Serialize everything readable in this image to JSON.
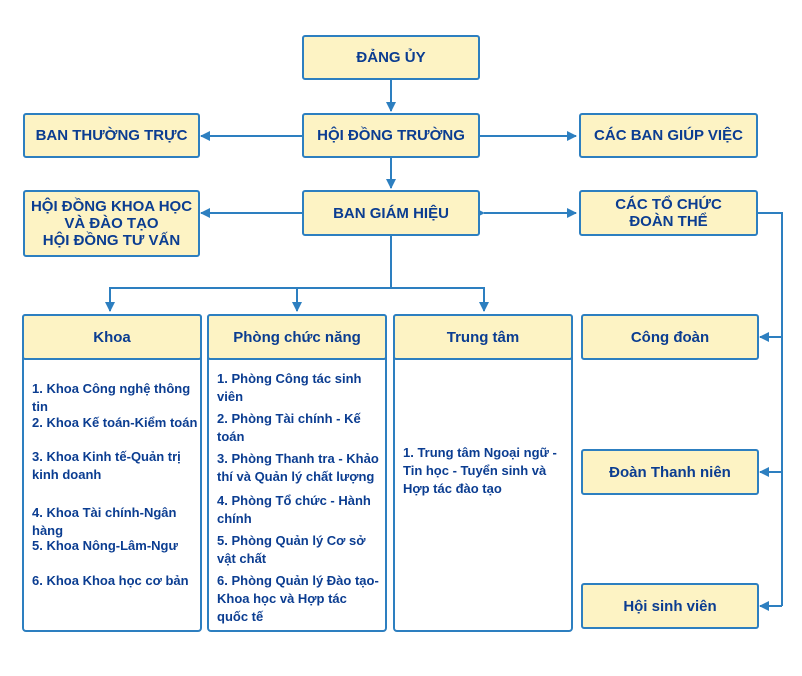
{
  "top": {
    "dang_uy": "ĐẢNG ỦY",
    "hoi_dong_truong": "HỘI ĐỒNG TRƯỜNG",
    "ban_thuong_truc": "BAN THƯỜNG TRỰC",
    "cac_ban_giup_viec": "CÁC BAN GIÚP VIỆC",
    "ban_giam_hieu": "BAN GIÁM HIỆU",
    "hoi_dong_khoa_hoc": [
      "HỘI ĐỒNG KHOA HỌC",
      "VÀ ĐÀO TẠO",
      "HỘI ĐỒNG TƯ VẤN"
    ],
    "cac_to_chuc": [
      "CÁC TỔ CHỨC",
      "ĐOÀN THỂ"
    ]
  },
  "khoa": {
    "title": "Khoa",
    "items": [
      [
        "1. Khoa Công nghệ thông tin"
      ],
      [
        "2. Khoa Kế toán-Kiểm toán"
      ],
      [
        "3. Khoa Kinh tế-Quản trị",
        "kinh doanh"
      ],
      [
        "4. Khoa Tài chính-Ngân hàng"
      ],
      [
        "5. Khoa Nông-Lâm-Ngư"
      ],
      [
        "6. Khoa Khoa học cơ bản"
      ]
    ]
  },
  "phong": {
    "title": "Phòng chức năng",
    "items": [
      [
        "1. Phòng Công tác sinh",
        "viên"
      ],
      [
        "2. Phòng Tài chính - Kế",
        "toán"
      ],
      [
        "3. Phòng Thanh tra - Khảo",
        "thí và Quản lý chất lượng"
      ],
      [
        "4. Phòng Tổ chức - Hành",
        "chính"
      ],
      [
        "5. Phòng Quản lý Cơ sở",
        "vật chất"
      ],
      [
        "6. Phòng Quản lý Đào tạo-",
        "Khoa học và Hợp tác",
        "quốc tế"
      ]
    ]
  },
  "trung_tam": {
    "title": "Trung tâm",
    "items": [
      [
        "1. Trung tâm Ngoại ngữ -",
        "Tin học - Tuyển sinh và",
        "Hợp tác đào tạo"
      ]
    ]
  },
  "doan_the": {
    "cong_doan": "Công đoàn",
    "doan_thanh_nien": "Đoàn Thanh niên",
    "hoi_sinh_vien": "Hội sinh viên"
  },
  "colors": {
    "box_fill": "#fdf3c4",
    "border": "#2d7fc0",
    "text": "#0b3d91",
    "arrow": "#2d7fc0"
  }
}
